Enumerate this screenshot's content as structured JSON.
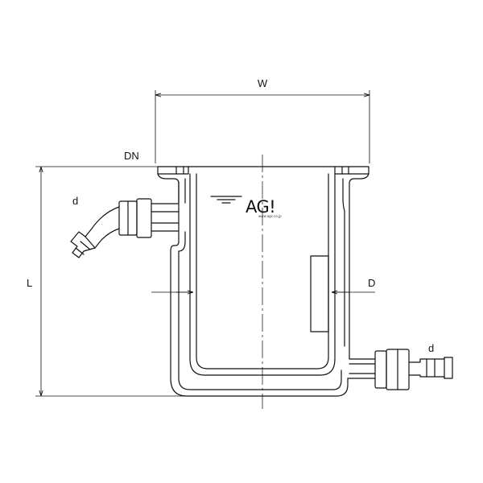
{
  "labels": {
    "width": "W",
    "flange": "DN",
    "length": "L",
    "diameter": "D",
    "hose_left": "d",
    "hose_right": "d"
  },
  "logo": {
    "text": "AG!",
    "sub": "www.agc.co.jp"
  }
}
